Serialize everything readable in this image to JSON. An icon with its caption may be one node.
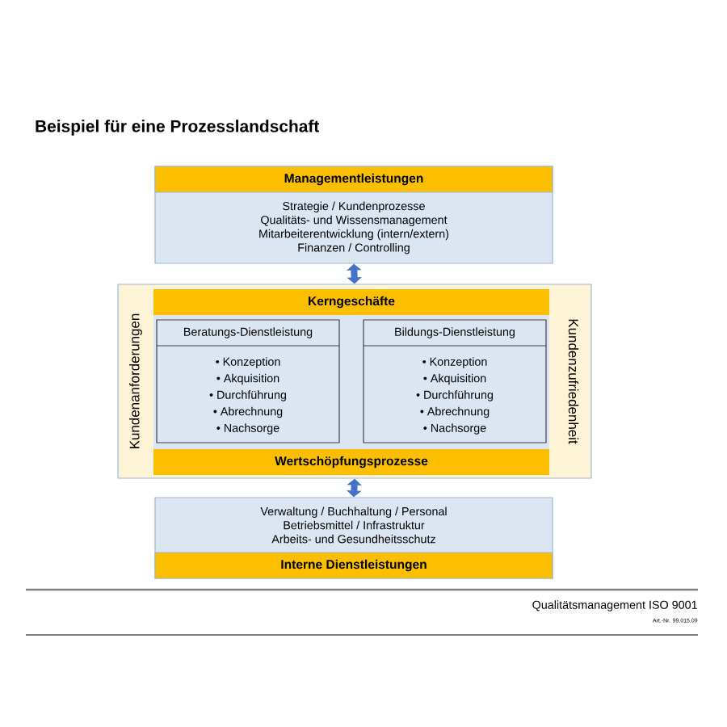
{
  "diagram": {
    "title": "Beispiel für eine Prozesslandschaft",
    "nodes": [
      {
        "text": [
          "Managementleistungen",
          "Strategie / Kundenprozesse",
          "Qualitäts- und Wissensmanagement",
          "Mitarbeiterentwicklung (intern/extern)",
          "Finanzen / Controlling"
        ]
      },
      {
        "text": [
          "Kundenanforderungen",
          "Kundenzufriedenheit"
        ]
      },
      {
        "text": [
          "Kerngeschäfte"
        ],
        "in": 1
      },
      {
        "text": [
          "Beratungs-Dienstleistung",
          "• Konzeption",
          "• Akquisition",
          "• Durchführung",
          "• Abrechnung",
          "• Nachsorge"
        ],
        "in": 1
      },
      {
        "text": [
          "Bildungs-Dienstleistung",
          "• Konzeption",
          "• Akquisition",
          "• Durchführung",
          "• Abrechnung",
          "• Nachsorge"
        ],
        "in": 1
      },
      {
        "text": [
          "Wertschöpfungsprozesse"
        ],
        "in": 1
      },
      {
        "text": [
          "Verwaltung / Buchhaltung / Personal",
          "Betriebsmittel / Infrastruktur",
          "Arbeits- und Gesundheitsschutz",
          "Interne Dienstleistungen"
        ]
      }
    ],
    "edges": [
      {
        "from": 0,
        "to": 1,
        "arrow": "both"
      },
      {
        "from": 1,
        "to": 6,
        "arrow": "both"
      }
    ],
    "labels": [
      "Qualitätsmanagement ISO 9001",
      "Art.-Nr. 99.015.09"
    ]
  }
}
